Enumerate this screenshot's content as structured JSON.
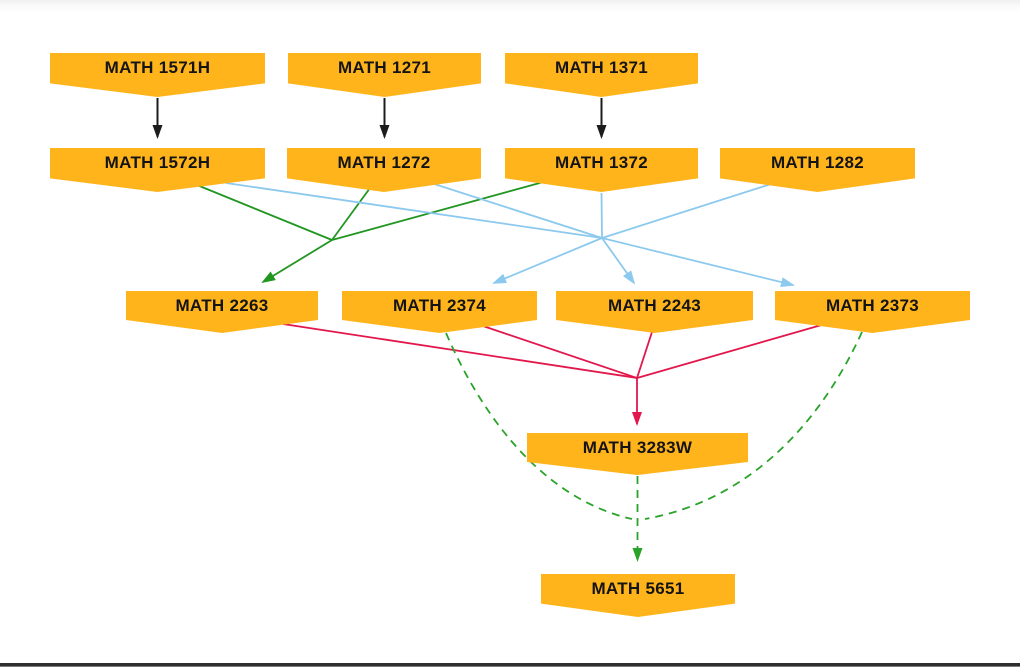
{
  "page": {
    "background": "#ffffff"
  },
  "colors": {
    "node_fill": "#FFB41C",
    "node_text": "#141414",
    "edge_black": "#1c1c1c",
    "edge_green": "#219621",
    "edge_lightblue": "#8CC9EE",
    "edge_crimson": "#E2174B",
    "edge_dashed_green": "#2BA32B",
    "bottom_line_dark": "#2e2e2e",
    "bottom_line_light": "#7d7d7d"
  },
  "diagram": {
    "description": "Math course prerequisite flow diagram",
    "nodes": [
      {
        "id": "math-1571h",
        "label": "MATH 1571H",
        "row": 1
      },
      {
        "id": "math-1271",
        "label": "MATH 1271",
        "row": 1
      },
      {
        "id": "math-1371",
        "label": "MATH 1371",
        "row": 1
      },
      {
        "id": "math-1572h",
        "label": "MATH 1572H",
        "row": 2
      },
      {
        "id": "math-1272",
        "label": "MATH 1272",
        "row": 2
      },
      {
        "id": "math-1372",
        "label": "MATH 1372",
        "row": 2
      },
      {
        "id": "math-1282",
        "label": "MATH 1282",
        "row": 2
      },
      {
        "id": "math-2263",
        "label": "MATH 2263",
        "row": 3
      },
      {
        "id": "math-2374",
        "label": "MATH 2374",
        "row": 3
      },
      {
        "id": "math-2243",
        "label": "MATH 2243",
        "row": 3
      },
      {
        "id": "math-2373",
        "label": "MATH 2373",
        "row": 3
      },
      {
        "id": "math-3283w",
        "label": "MATH 3283W",
        "row": 4
      },
      {
        "id": "math-5651",
        "label": "MATH 5651",
        "row": 5
      }
    ],
    "edge_groups": [
      {
        "color": "black",
        "style": "solid",
        "links": [
          [
            "MATH 1571H",
            "MATH 1572H"
          ],
          [
            "MATH 1271",
            "MATH 1272"
          ],
          [
            "MATH 1371",
            "MATH 1372"
          ]
        ]
      },
      {
        "color": "green",
        "style": "solid",
        "sources": [
          "MATH 1572H",
          "MATH 1272",
          "MATH 1372"
        ],
        "targets": [
          "MATH 2263"
        ]
      },
      {
        "color": "lightblue",
        "style": "solid",
        "sources": [
          "MATH 1572H",
          "MATH 1272",
          "MATH 1372",
          "MATH 1282"
        ],
        "targets": [
          "MATH 2374",
          "MATH 2243",
          "MATH 2373"
        ]
      },
      {
        "color": "crimson",
        "style": "solid",
        "sources": [
          "MATH 2263",
          "MATH 2374",
          "MATH 2243",
          "MATH 2373"
        ],
        "targets": [
          "MATH 3283W"
        ]
      },
      {
        "color": "green",
        "style": "dashed",
        "sources": [
          "MATH 2374",
          "MATH 2373",
          "MATH 3283W"
        ],
        "targets": [
          "MATH 5651"
        ]
      }
    ]
  }
}
